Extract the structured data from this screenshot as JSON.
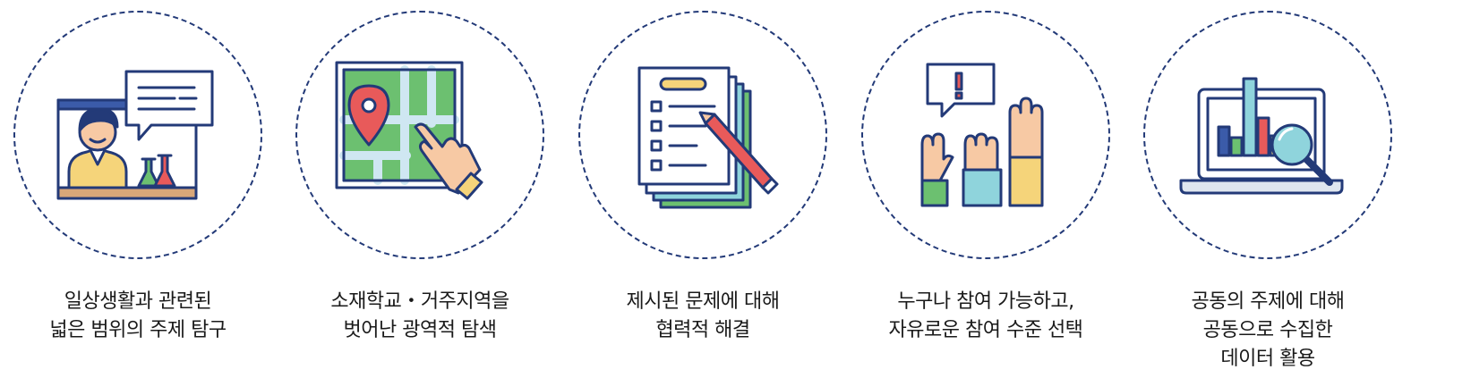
{
  "items": [
    {
      "icon": "teacher-screen-icon",
      "lines": [
        "일상생활과 관련된",
        "넓은 범위의 주제 탐구"
      ]
    },
    {
      "icon": "map-pin-touch-icon",
      "lines": [
        "소재학교・거주지역을",
        "벗어난 광역적 탐색"
      ]
    },
    {
      "icon": "checklist-pencil-icon",
      "lines": [
        "제시된 문제에 대해",
        "협력적 해결"
      ]
    },
    {
      "icon": "raised-hands-icon",
      "lines": [
        "누구나 참여 가능하고,",
        "자유로운 참여 수준 선택"
      ]
    },
    {
      "icon": "laptop-chart-magnifier-icon",
      "lines": [
        "공동의 주제에 대해",
        "공동으로 수집한",
        "데이터 활용"
      ]
    }
  ],
  "colors": {
    "outline": "#233a78",
    "dashed_circle": "#233a78"
  }
}
